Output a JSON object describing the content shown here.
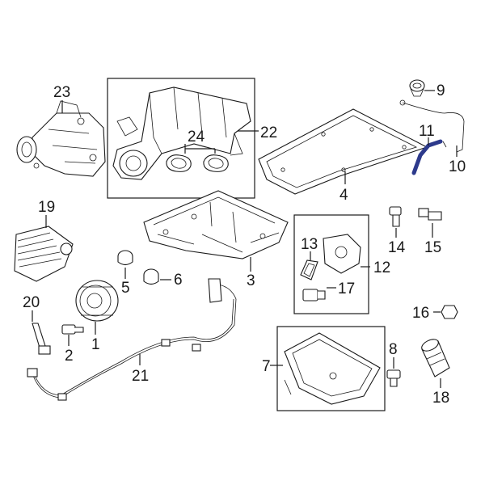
{
  "diagram": {
    "highlight_color": "#2d3a8c",
    "line_color": "#1a1a1a",
    "callouts": {
      "c1": "1",
      "c2": "2",
      "c3": "3",
      "c4": "4",
      "c5": "5",
      "c6": "6",
      "c7": "7",
      "c8": "8",
      "c9": "9",
      "c10": "10",
      "c11": "11",
      "c12": "12",
      "c13": "13",
      "c14": "14",
      "c15": "15",
      "c16": "16",
      "c17": "17",
      "c18": "18",
      "c19": "19",
      "c20": "20",
      "c21": "21",
      "c22": "22",
      "c23": "23",
      "c24": "24"
    }
  }
}
